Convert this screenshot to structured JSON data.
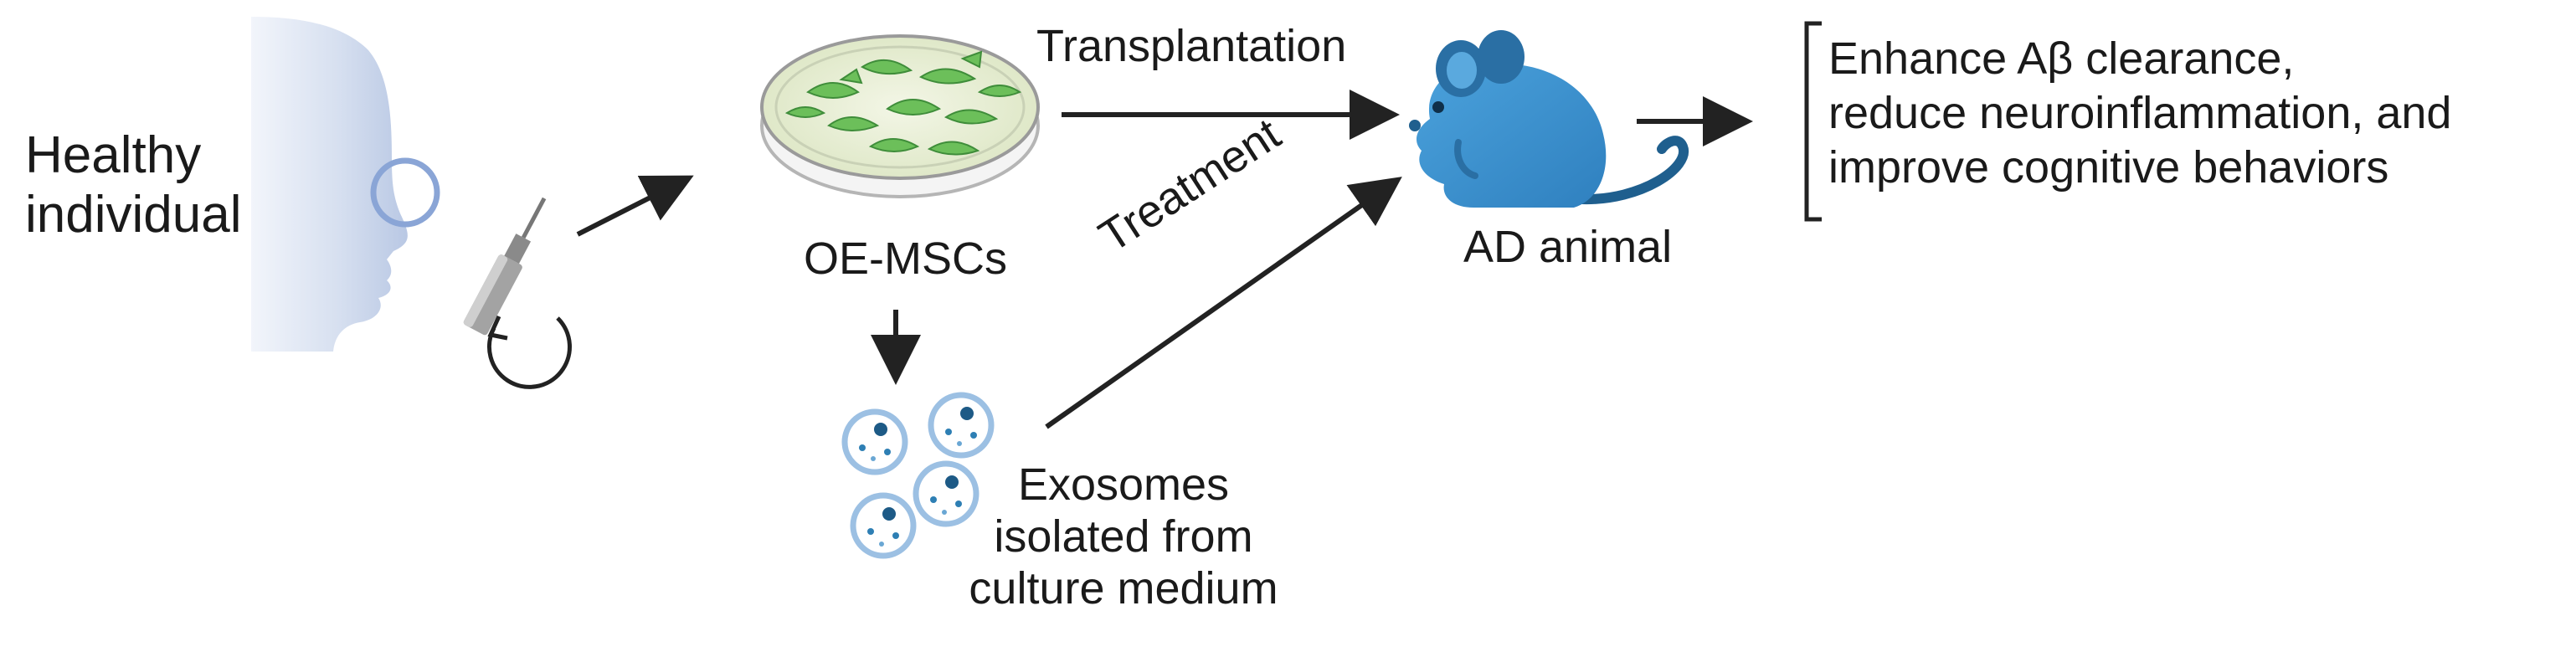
{
  "labels": {
    "donor": [
      "Healthy",
      "individual"
    ],
    "cells": "OE-MSCs",
    "transplantation": "Transplantation",
    "treatment": "Treatment",
    "animal": "AD animal",
    "exosomes": [
      "Exosomes",
      "isolated from",
      "culture medium"
    ],
    "outcome": [
      "Enhance Aβ clearance,",
      "reduce neuroinflammation, and",
      "improve cognitive behaviors"
    ]
  },
  "colors": {
    "face": "#c9d6ec",
    "mouse": "#3d92cf",
    "cell": "#6cbf5a",
    "dish": "#e8efd6",
    "vesicle": "#9cc0e3",
    "cargo": "#1d5a86",
    "arrow": "#222222"
  },
  "icons": [
    "face-icon",
    "biopsy-tool-icon",
    "petri-dish-icon",
    "mouse-icon",
    "exosome-icon",
    "bracket-icon"
  ]
}
